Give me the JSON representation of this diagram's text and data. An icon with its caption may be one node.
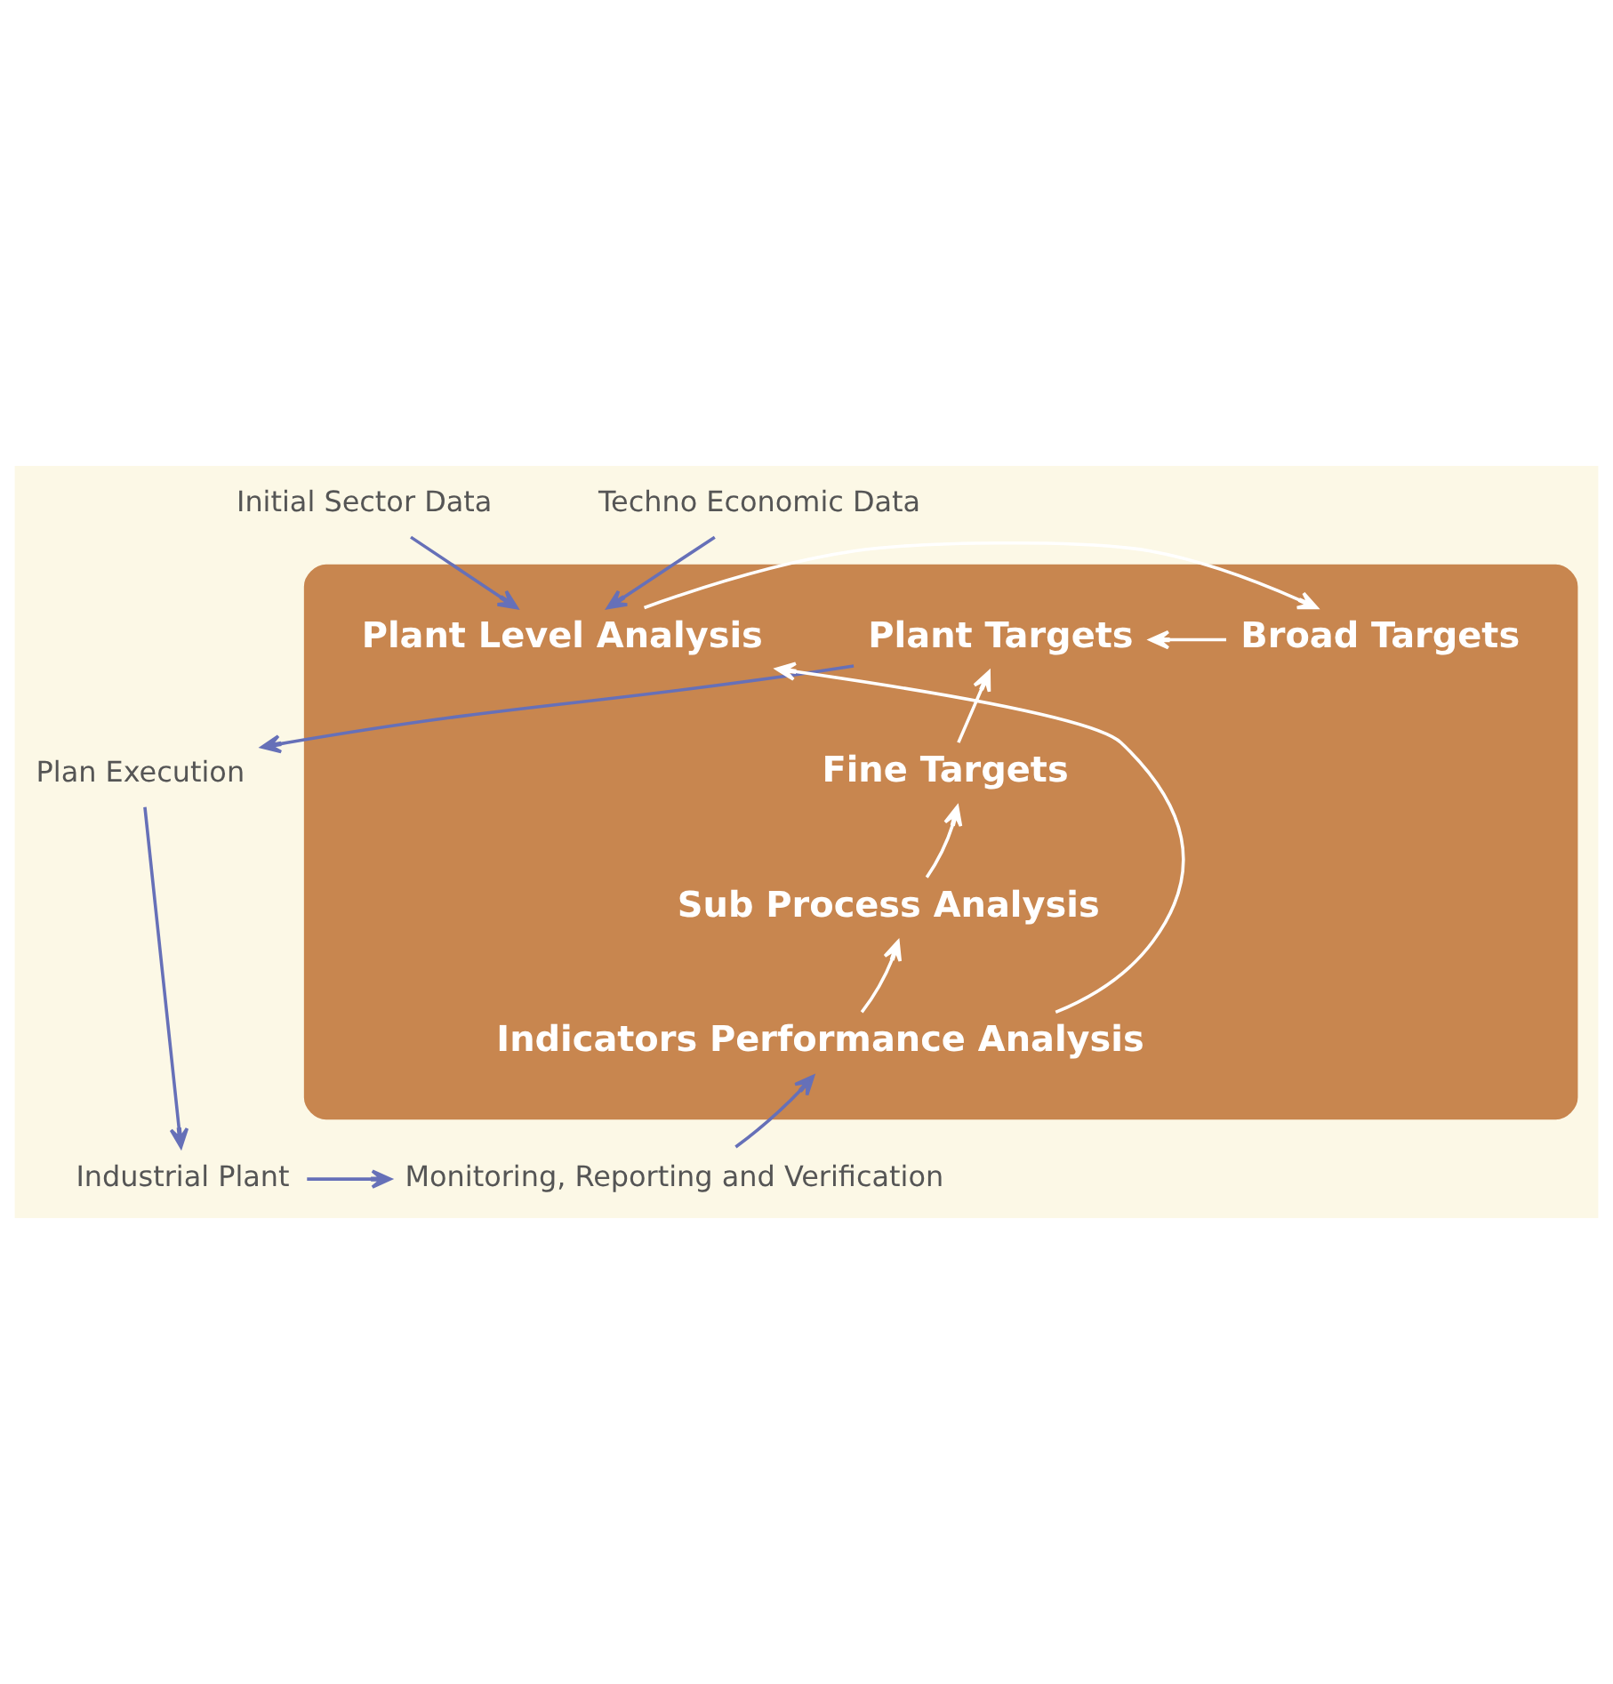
{
  "diagram": {
    "nodes": [
      {
        "text": [],
        "shape": "box"
      },
      {
        "text": [
          "Initial Sector Data"
        ]
      },
      {
        "text": [
          "Techno Economic Data"
        ]
      },
      {
        "text": [
          "Plant Level Analysis"
        ],
        "in": 0
      },
      {
        "text": [
          "Broad Targets"
        ],
        "in": 0
      },
      {
        "text": [
          "Plant Targets"
        ],
        "in": 0
      },
      {
        "text": [
          "Fine Targets"
        ],
        "in": 0
      },
      {
        "text": [
          "Sub Process Analysis"
        ],
        "in": 0
      },
      {
        "text": [
          "Indicators Performance Analysis"
        ],
        "in": 0
      },
      {
        "text": [
          "Plan Execution"
        ]
      },
      {
        "text": [
          "Industrial Plant"
        ]
      },
      {
        "text": [
          "Monitoring, Reporting and Verification"
        ]
      }
    ],
    "edges": [
      {
        "from": 1,
        "to": 3,
        "arrow": "to",
        "color": "#6670b8"
      },
      {
        "from": 2,
        "to": 3,
        "arrow": "to",
        "color": "#6670b8"
      },
      {
        "from": 3,
        "to": 4,
        "arrow": "to",
        "color": "#ffffff"
      },
      {
        "from": 4,
        "to": 5,
        "arrow": "to",
        "color": "#ffffff"
      },
      {
        "from": 6,
        "to": 5,
        "arrow": "to",
        "color": "#ffffff"
      },
      {
        "from": 7,
        "to": 6,
        "arrow": "to",
        "color": "#ffffff"
      },
      {
        "from": 8,
        "to": 7,
        "arrow": "to",
        "color": "#ffffff"
      },
      {
        "from": 8,
        "to": 3,
        "arrow": "to",
        "color": "#ffffff"
      },
      {
        "from": 5,
        "to": 9,
        "arrow": "to",
        "color": "#6670b8"
      },
      {
        "from": 9,
        "to": 10,
        "arrow": "to",
        "color": "#6670b8"
      },
      {
        "from": 10,
        "to": 11,
        "arrow": "to",
        "color": "#6670b8"
      },
      {
        "from": 11,
        "to": 8,
        "arrow": "to",
        "color": "#6670b8"
      }
    ]
  }
}
